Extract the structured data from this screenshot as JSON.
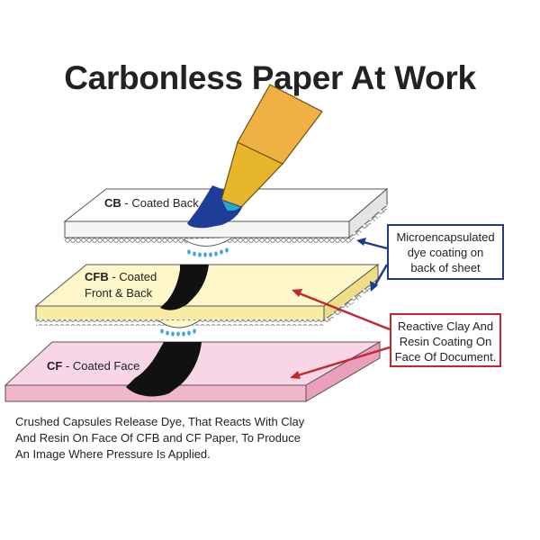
{
  "title": "Carbonless Paper At Work",
  "layers": [
    {
      "code": "CB",
      "desc": " - Coated Back",
      "fill": "#ffffff"
    },
    {
      "code": "CFB",
      "desc_line1": " - Coated",
      "desc_line2": "Front & Back",
      "fill": "#fdf7c9"
    },
    {
      "code": "CF",
      "desc": " - Coated Face",
      "fill": "#f8d6e6"
    }
  ],
  "callouts": {
    "blue": {
      "lines": [
        "Microencapsulated",
        "dye coating on",
        "back of sheet"
      ],
      "color": "#1f3a8a"
    },
    "red": {
      "lines": [
        "Reactive Clay And",
        "Resin Coating On",
        "Face Of Document."
      ],
      "color": "#c4262e"
    }
  },
  "caption": {
    "lines": [
      "Crushed Capsules Release Dye, That Reacts With Clay",
      "And Resin On Face Of CFB and CF Paper, To Produce",
      "An Image Where Pressure Is Applied."
    ]
  },
  "colors": {
    "pen_body": "#f0b044",
    "pen_tip": "#e8b62a",
    "dye_blue": "#1d3d96",
    "mark_black": "#111111",
    "drop_blue": "#3aa6e0"
  }
}
